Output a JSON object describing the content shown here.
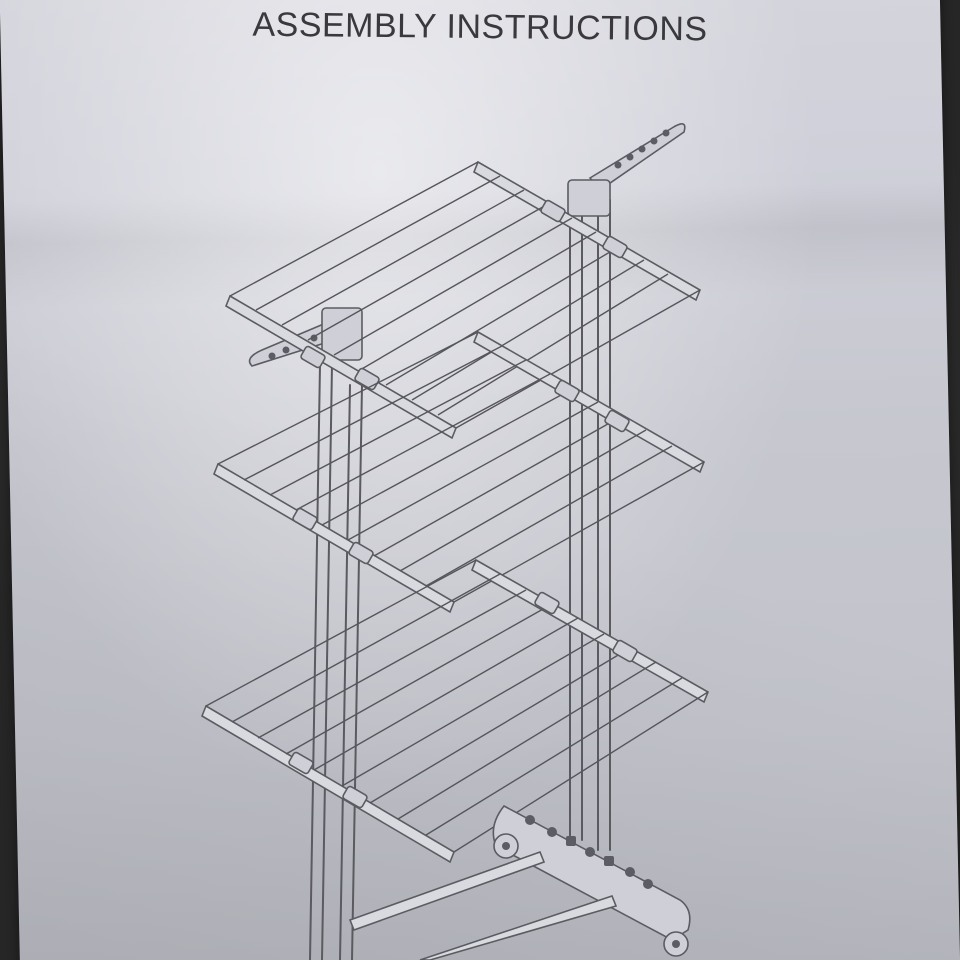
{
  "document": {
    "title": "ASSEMBLY INSTRUCTIONS"
  },
  "figure": {
    "subject-icon": "drying-rack-line-drawing",
    "tiers": 3,
    "colors": {
      "paper": "#c8c9d1",
      "ink": "#5a5a60",
      "backdrop": "#2b2b2b"
    }
  }
}
